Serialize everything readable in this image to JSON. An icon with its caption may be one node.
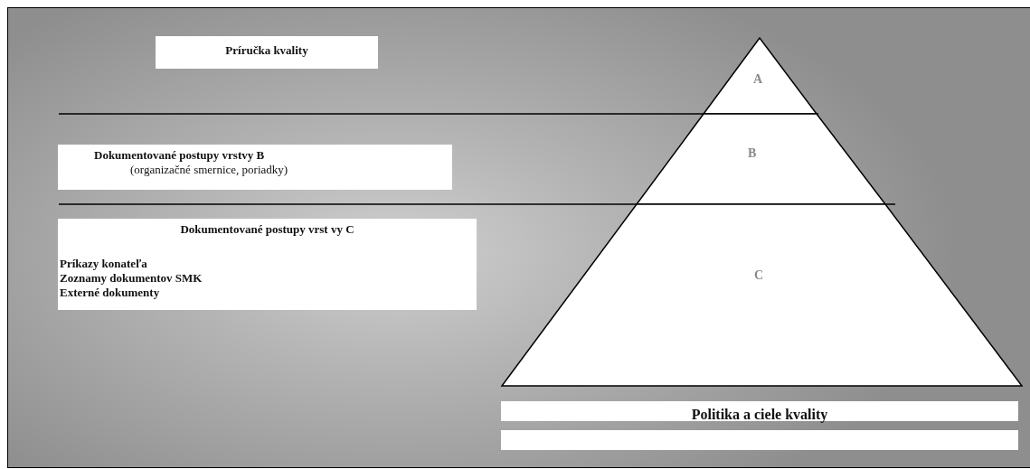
{
  "diagram": {
    "nodes": [
      {
        "text": [
          "Príručka kvality"
        ]
      },
      {
        "text": [
          "Dokumentované postupy vrstvy B",
          "(organizačné smernice, poriadky)"
        ]
      },
      {
        "text": [
          "Dokumentované postupy vrst vy C",
          "Príkazy konateľa",
          "Zoznamy dokumentov SMK",
          "Externé dokumenty"
        ]
      },
      {
        "text": [
          "A"
        ]
      },
      {
        "text": [
          "B"
        ]
      },
      {
        "text": [
          "C"
        ]
      },
      {
        "text": [
          "Politika a ciele kvality"
        ]
      },
      {
        "text": [],
        "shape": "bar"
      }
    ],
    "edges": []
  }
}
